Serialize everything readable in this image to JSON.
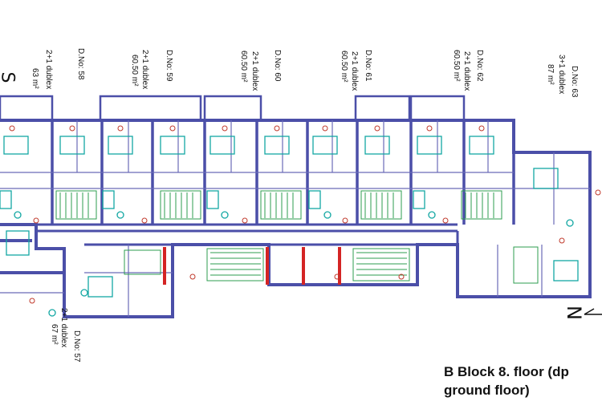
{
  "title_lines": [
    "B Block 8. floor (dp",
    "ground floor)"
  ],
  "north_mark": "N",
  "s_mark": "S",
  "units": [
    {
      "no": "D.No: 58",
      "type": "2+1 dublex",
      "area": "63 m²"
    },
    {
      "no": "D.No: 59",
      "type": "2+1 dublex",
      "area": "60.50 m²"
    },
    {
      "no": "D.No: 60",
      "type": "2+1 dublex",
      "area": "60.50 m²"
    },
    {
      "no": "D.No: 61",
      "type": "2+1 dublex",
      "area": "60.50 m²"
    },
    {
      "no": "D.No: 62",
      "type": "2+1 dublex",
      "area": "60.50 m²"
    },
    {
      "no": "D.No: 63",
      "type": "3+1 dublex",
      "area": "87 m²"
    },
    {
      "no": "D.No: 57",
      "type": "2+1 dublex",
      "area": "67 m²"
    }
  ],
  "colors": {
    "wall": "#4b4fa8",
    "fixture": "#13a7a3",
    "stair": "#2e9e4f",
    "fire_door": "#d42424",
    "marker": "#c0392b"
  }
}
